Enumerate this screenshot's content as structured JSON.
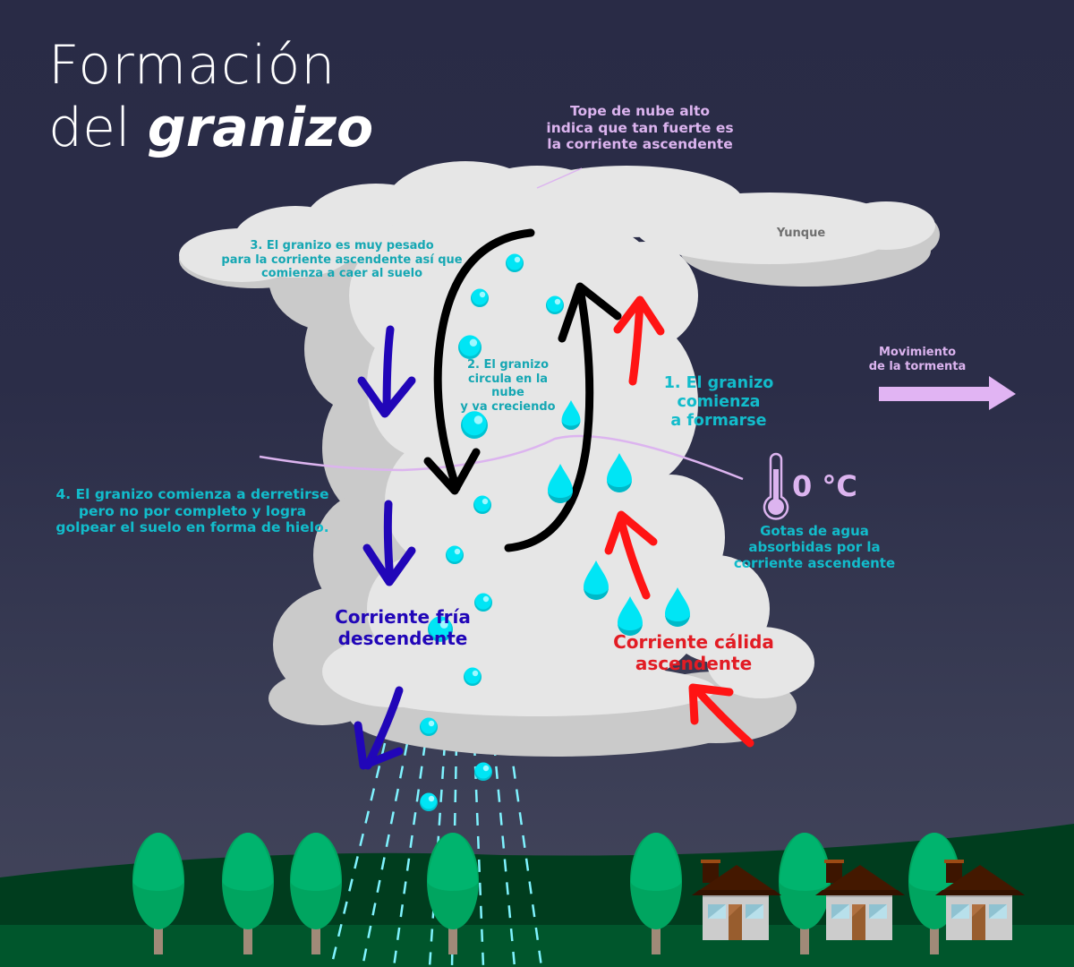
{
  "title": {
    "line1": "Formación",
    "line2_prefix": "del",
    "line2_emphasis": "granizo"
  },
  "labels": {
    "cloud_top": "Tope de nube alto\nindica que tan fuerte es\nla corriente ascendente",
    "anvil": "Yunque",
    "step1": "1. El granizo\ncomienza\na formarse",
    "step2": "2. El granizo\ncircula en la nube\ny va creciendo",
    "step3": "3. El granizo es muy pesado\npara la corriente ascendente así que\ncomienza a caer al suelo",
    "step4": "4. El granizo comienza a derretirse\npero no por completo y logra\ngolpear el suelo en forma de hielo.",
    "storm_movement": "Movimiento\nde la tormenta",
    "freezing_level": "0 °C",
    "water_drops": "Gotas de agua\nabsorbidas por la\ncorriente ascendente",
    "cold_downdraft": "Corriente fría\ndescendente",
    "warm_updraft": "Corriente cálida\nascendente"
  },
  "icons": {
    "thermometer": "thermometer-icon",
    "storm_arrow": "arrow-right-icon"
  },
  "colors": {
    "sky_top": "#292b46",
    "sky_bottom": "#44465c",
    "cloud_light": "#e6e6e6",
    "cloud_shadow": "#cacaca",
    "hail": "#00e5f5",
    "updraft": "#ff1414",
    "downdraft": "#2106b8",
    "cycle_arrow": "#000000",
    "accent_lilac": "#dcb4ef",
    "text_teal": "#15a7b3",
    "tree": "#00b46e",
    "hill": "#003d1e",
    "ground": "#00562c",
    "house_wall": "#cccccc",
    "roof": "#441800"
  }
}
